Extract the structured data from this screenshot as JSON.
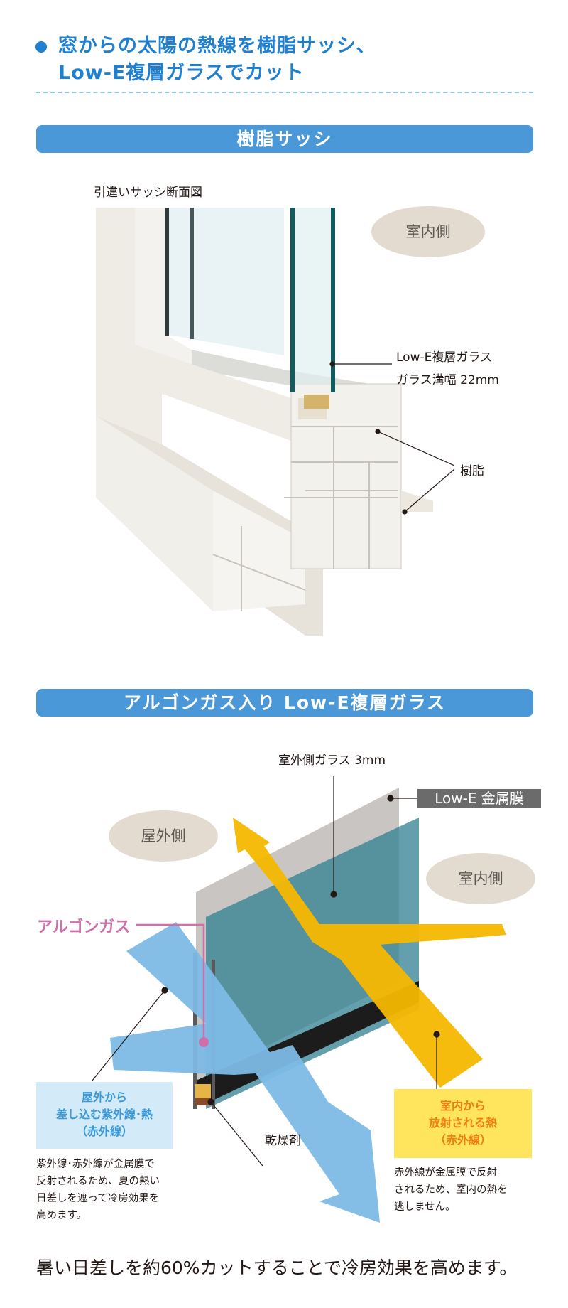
{
  "heading": {
    "line1": "窓からの太陽の熱線を樹脂サッシ、",
    "line2": "Low-E複層ガラスでカット",
    "accent_color": "#1f7fd0"
  },
  "section1": {
    "banner": "樹脂サッシ",
    "caption": "引違いサッシ断面図",
    "indoor_label": "室内側",
    "glass_label": "Low-E複層ガラス",
    "groove_label": "ガラス溝幅 22mm",
    "resin_label": "樹脂"
  },
  "section2": {
    "banner": "アルゴンガス入り Low-E複層ガラス",
    "outer_glass_label": "室外側ガラス 3mm",
    "lowe_film_label": "Low-E 金属膜",
    "outdoor_label": "屋外側",
    "indoor_label": "室内側",
    "argon_label": "アルゴンガス",
    "desiccant_label": "乾燥剤",
    "blue_box": {
      "line1": "屋外から",
      "line2": "差し込む紫外線･熱",
      "line3": "（赤外線）"
    },
    "blue_desc": [
      "紫外線･赤外線が金属膜で",
      "反射されるため、夏の熱い",
      "日差しを遮って冷房効果を",
      "高めます。"
    ],
    "yellow_box": {
      "line1": "室内から",
      "line2": "放射される熱",
      "line3": "（赤外線）"
    },
    "yellow_desc": [
      "赤外線が金属膜で反射",
      "されるため、室内の熱を",
      "逃しません。"
    ]
  },
  "footer": {
    "text": "暑い日差しを約60%カットすることで冷房効果を高めます。"
  }
}
